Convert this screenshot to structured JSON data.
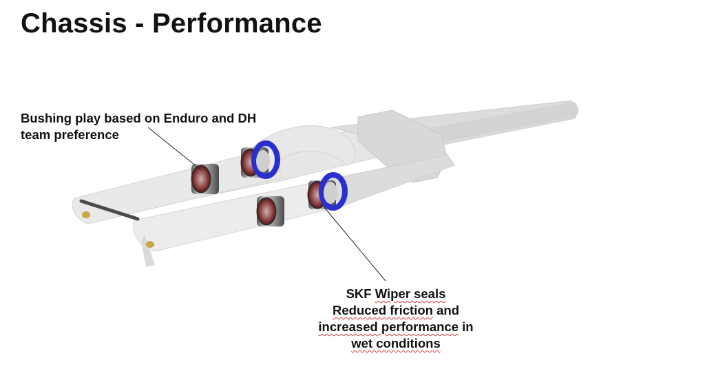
{
  "slide": {
    "title": "Chassis - Performance"
  },
  "callouts": {
    "bushing": {
      "line1": "Bushing play based on Enduro and DH",
      "line2": "team preference"
    },
    "seals": {
      "line1_prefix": "SKF ",
      "line1_underlined": "Wiper seals",
      "line2_underlined_a": "Reduced friction",
      "line2_suffix": " and",
      "line3_underlined": "increased performance",
      "line3_suffix": " in",
      "line4_underlined": "wet conditions"
    }
  },
  "colors": {
    "seal_blue": "#2a2fcf",
    "fork_body": "#e4e4e4",
    "bushing_inner": "#8a3a3a",
    "spellcheck": "#d43a3a"
  }
}
